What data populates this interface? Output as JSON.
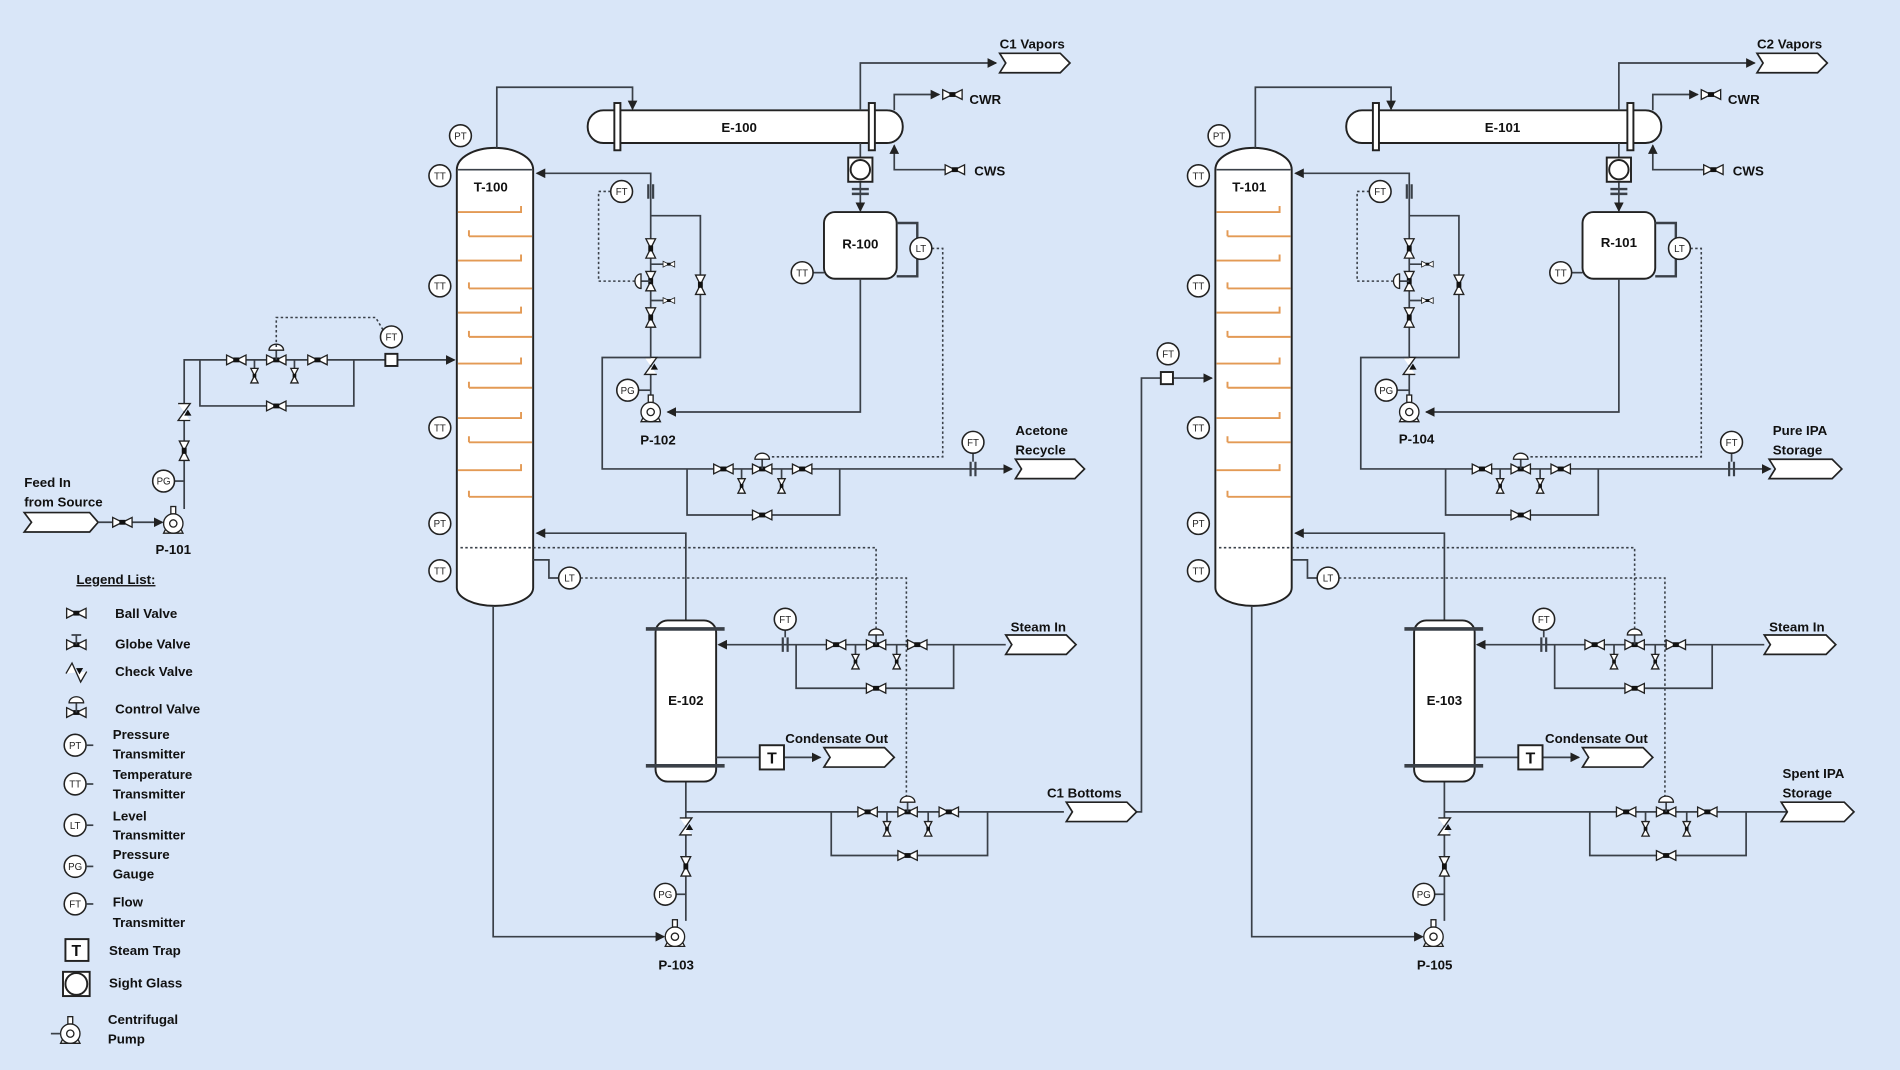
{
  "legend": {
    "title": "Legend List:",
    "items": [
      {
        "label": "Ball Valve",
        "icon": "ball-valve-icon"
      },
      {
        "label": "Globe Valve",
        "icon": "globe-valve-icon"
      },
      {
        "label": "Check Valve",
        "icon": "check-valve-icon"
      },
      {
        "label": "Control Valve",
        "icon": "control-valve-icon"
      },
      {
        "label": [
          "Pressure",
          "Transmitter"
        ],
        "icon": "PT"
      },
      {
        "label": [
          "Temperature",
          "Transmitter"
        ],
        "icon": "TT"
      },
      {
        "label": [
          "Level",
          "Transmitter"
        ],
        "icon": "LT"
      },
      {
        "label": [
          "Pressure",
          "Gauge"
        ],
        "icon": "PG"
      },
      {
        "label": [
          "Flow",
          "Transmitter"
        ],
        "icon": "FT"
      },
      {
        "label": "Steam Trap",
        "icon": "T"
      },
      {
        "label": "Sight Glass",
        "icon": "sight-glass-icon"
      },
      {
        "label": [
          "Centrifugal",
          "Pump"
        ],
        "icon": "pump-icon"
      }
    ]
  },
  "instruments": {
    "PT": "PT",
    "TT": "TT",
    "LT": "LT",
    "PG": "PG",
    "FT": "FT",
    "trap": "T"
  },
  "equipment": {
    "col1": "T-100",
    "col2": "T-101",
    "cond1": "E-100",
    "cond2": "E-101",
    "drum1": "R-100",
    "drum2": "R-101",
    "reb1": "E-102",
    "reb2": "E-103",
    "p101": "P-101",
    "p102": "P-102",
    "p103": "P-103",
    "p104": "P-104",
    "p105": "P-105"
  },
  "streams": {
    "feed": [
      "Feed In",
      "from Source"
    ],
    "c1_vapors": "C1 Vapors",
    "c2_vapors": "C2 Vapors",
    "cwr": "CWR",
    "cws": "CWS",
    "acetone": [
      "Acetone",
      "Recycle"
    ],
    "pure_ipa": [
      "Pure IPA",
      "Storage"
    ],
    "steam_in": "Steam In",
    "condensate": "Condensate Out",
    "c1_bottoms": "C1 Bottoms",
    "spent_ipa": [
      "Spent IPA",
      "Storage"
    ]
  },
  "colors": {
    "background": "#d9e6f8",
    "trays": "#e39a55",
    "lines": "#3a4048"
  }
}
